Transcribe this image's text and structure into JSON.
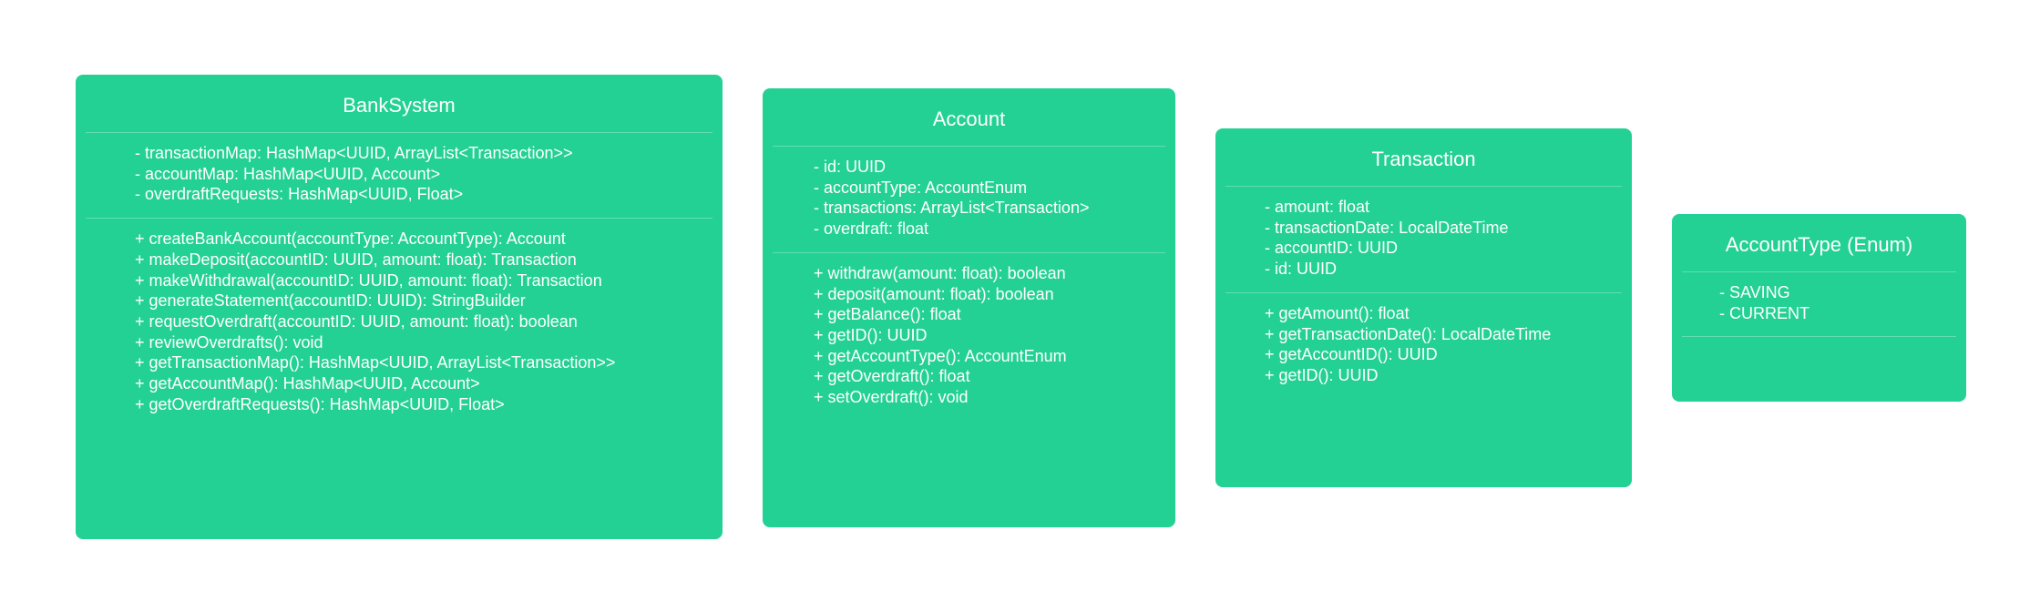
{
  "classes": [
    {
      "name": "BankSystem",
      "attributes": [
        "- transactionMap: HashMap<UUID, ArrayList<Transaction>>",
        "- accountMap: HashMap<UUID, Account>",
        "- overdraftRequests: HashMap<UUID, Float>"
      ],
      "methods": [
        "+ createBankAccount(accountType: AccountType): Account",
        "+ makeDeposit(accountID: UUID, amount: float): Transaction",
        "+ makeWithdrawal(accountID: UUID, amount: float): Transaction",
        "+ generateStatement(accountID: UUID): StringBuilder",
        "+ requestOverdraft(accountID: UUID, amount: float): boolean",
        "+ reviewOverdrafts(): void",
        "+ getTransactionMap(): HashMap<UUID, ArrayList<Transaction>>",
        "+ getAccountMap(): HashMap<UUID, Account>",
        "+ getOverdraftRequests(): HashMap<UUID, Float>"
      ]
    },
    {
      "name": "Account",
      "attributes": [
        "- id: UUID",
        "- accountType: AccountEnum",
        "- transactions: ArrayList<Transaction>",
        "- overdraft: float"
      ],
      "methods": [
        "+ withdraw(amount: float): boolean",
        "+ deposit(amount: float): boolean",
        "+ getBalance(): float",
        "+ getID(): UUID",
        "+ getAccountType(): AccountEnum",
        "+ getOverdraft(): float",
        "+ setOverdraft(): void"
      ]
    },
    {
      "name": "Transaction",
      "attributes": [
        "- amount: float",
        "- transactionDate: LocalDateTime",
        "- accountID: UUID",
        "- id: UUID"
      ],
      "methods": [
        "+ getAmount(): float",
        "+ getTransactionDate(): LocalDateTime",
        "+ getAccountID(): UUID",
        "+ getID(): UUID"
      ]
    },
    {
      "name": "AccountType (Enum)",
      "attributes": [
        "- SAVING",
        "- CURRENT"
      ],
      "methods": []
    }
  ],
  "colors": {
    "box_fill": "#24d194",
    "text": "#ffffff",
    "background": "#ffffff"
  }
}
